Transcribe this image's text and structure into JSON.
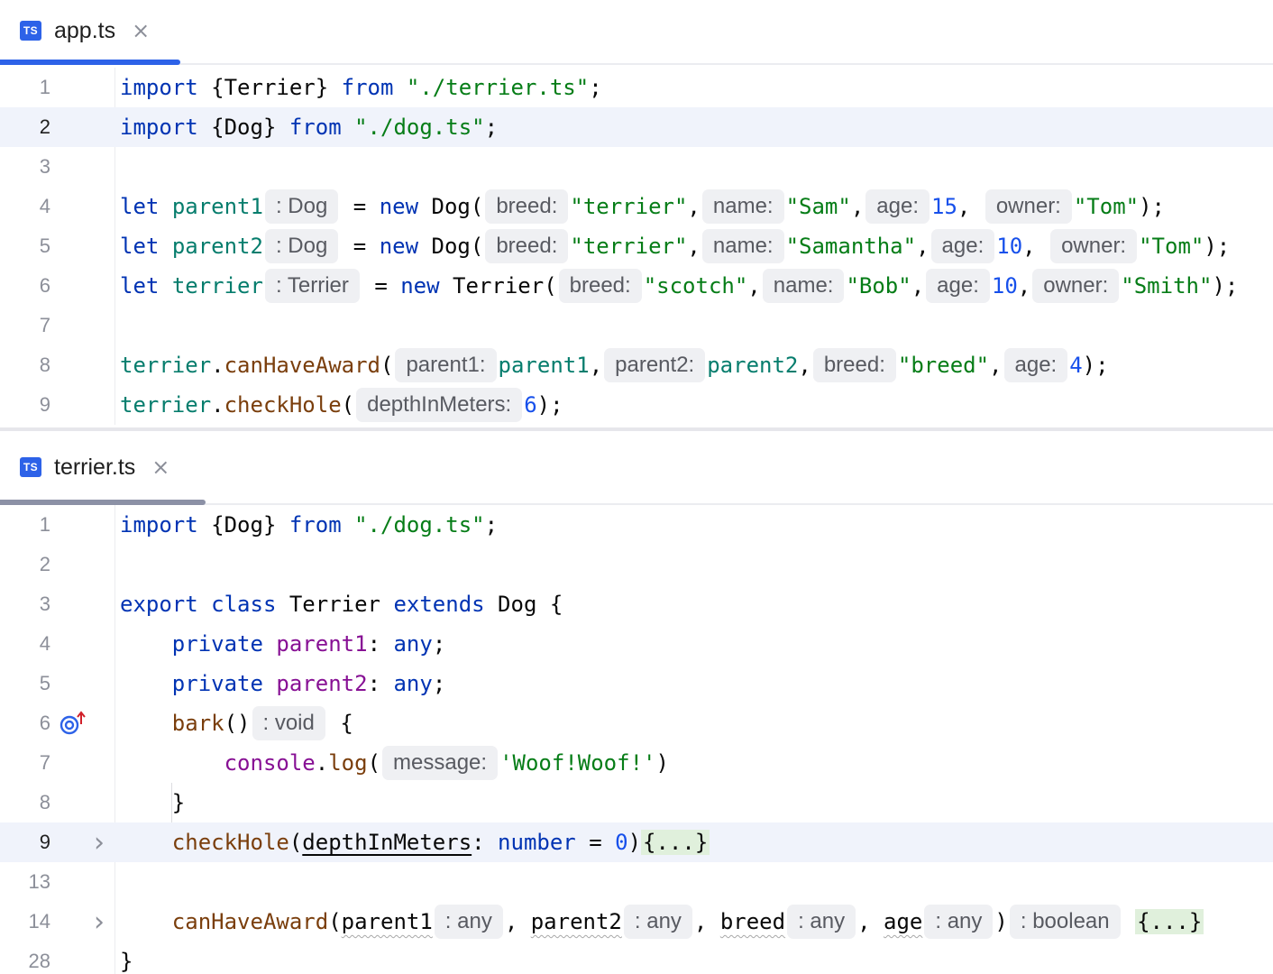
{
  "colors": {
    "accent_active_tab": "#2d62e8",
    "inactive_tab_underline": "#8c91a6",
    "keyword": "#0033b3",
    "variable": "#067d6d",
    "function": "#7a3e0c",
    "string": "#067d17",
    "number": "#1750eb",
    "field": "#871094",
    "current_line": "#f0f3fb",
    "inlay_hint_bg": "#eff0f3",
    "folded_bg": "#e0f0dc"
  },
  "top_pane": {
    "tab": {
      "icon": "TS",
      "label": "app.ts",
      "close": "×",
      "active": true
    },
    "lines": [
      {
        "n": "1",
        "tokens": [
          [
            "kw",
            "import"
          ],
          [
            "",
            " {Terrier} "
          ],
          [
            "kw",
            "from"
          ],
          [
            "",
            " "
          ],
          [
            "str",
            "\"./terrier.ts\""
          ],
          [
            "",
            ";"
          ]
        ]
      },
      {
        "n": "2",
        "current": true,
        "tokens": [
          [
            "kw",
            "import"
          ],
          [
            "",
            " {Dog} "
          ],
          [
            "kw",
            "from"
          ],
          [
            "",
            " "
          ],
          [
            "str",
            "\"./dog.ts\""
          ],
          [
            "",
            ";"
          ]
        ]
      },
      {
        "n": "3",
        "tokens": []
      },
      {
        "n": "4",
        "tokens": [
          [
            "kw",
            "let"
          ],
          [
            "",
            " "
          ],
          [
            "var",
            "parent1"
          ],
          [
            "hint",
            ": Dog"
          ],
          [
            "",
            " = "
          ],
          [
            "kw",
            "new"
          ],
          [
            "",
            " Dog("
          ],
          [
            "hint",
            "breed:"
          ],
          [
            "str",
            "\"terrier\""
          ],
          [
            "",
            ","
          ],
          [
            "hint",
            "name:"
          ],
          [
            "str",
            "\"Sam\""
          ],
          [
            "",
            ","
          ],
          [
            "hint",
            "age:"
          ],
          [
            "num",
            "15"
          ],
          [
            "",
            ", "
          ],
          [
            "hint",
            "owner:"
          ],
          [
            "str",
            "\"Tom\""
          ],
          [
            "",
            ");"
          ]
        ]
      },
      {
        "n": "5",
        "tokens": [
          [
            "kw",
            "let"
          ],
          [
            "",
            " "
          ],
          [
            "var",
            "parent2"
          ],
          [
            "hint",
            ": Dog"
          ],
          [
            "",
            " = "
          ],
          [
            "kw",
            "new"
          ],
          [
            "",
            " Dog("
          ],
          [
            "hint",
            "breed:"
          ],
          [
            "str",
            "\"terrier\""
          ],
          [
            "",
            ","
          ],
          [
            "hint",
            "name:"
          ],
          [
            "str",
            "\"Samantha\""
          ],
          [
            "",
            ","
          ],
          [
            "hint",
            "age:"
          ],
          [
            "num",
            "10"
          ],
          [
            "",
            ", "
          ],
          [
            "hint",
            "owner:"
          ],
          [
            "str",
            "\"Tom\""
          ],
          [
            "",
            ");"
          ]
        ]
      },
      {
        "n": "6",
        "tokens": [
          [
            "kw",
            "let"
          ],
          [
            "",
            " "
          ],
          [
            "var",
            "terrier"
          ],
          [
            "hint",
            ": Terrier"
          ],
          [
            "",
            " = "
          ],
          [
            "kw",
            "new"
          ],
          [
            "",
            " Terrier("
          ],
          [
            "hint",
            "breed:"
          ],
          [
            "str",
            "\"scotch\""
          ],
          [
            "",
            ","
          ],
          [
            "hint",
            "name:"
          ],
          [
            "str",
            "\"Bob\""
          ],
          [
            "",
            ","
          ],
          [
            "hint",
            "age:"
          ],
          [
            "num",
            "10"
          ],
          [
            "",
            ","
          ],
          [
            "hint",
            "owner:"
          ],
          [
            "str",
            "\"Smith\""
          ],
          [
            "",
            ");"
          ]
        ]
      },
      {
        "n": "7",
        "tokens": []
      },
      {
        "n": "8",
        "tokens": [
          [
            "var",
            "terrier"
          ],
          [
            "",
            "."
          ],
          [
            "fn",
            "canHaveAward"
          ],
          [
            "",
            "("
          ],
          [
            "hint",
            "parent1:"
          ],
          [
            "var",
            "parent1"
          ],
          [
            "",
            ","
          ],
          [
            "hint",
            "parent2:"
          ],
          [
            "var",
            "parent2"
          ],
          [
            "",
            ","
          ],
          [
            "hint",
            "breed:"
          ],
          [
            "str",
            "\"breed\""
          ],
          [
            "",
            ","
          ],
          [
            "hint",
            "age:"
          ],
          [
            "num",
            "4"
          ],
          [
            "",
            ");"
          ]
        ]
      },
      {
        "n": "9",
        "tokens": [
          [
            "var",
            "terrier"
          ],
          [
            "",
            "."
          ],
          [
            "fn",
            "checkHole"
          ],
          [
            "",
            "("
          ],
          [
            "hint",
            "depthInMeters:"
          ],
          [
            "num",
            "6"
          ],
          [
            "",
            ");"
          ]
        ]
      }
    ]
  },
  "bottom_pane": {
    "tab": {
      "icon": "TS",
      "label": "terrier.ts",
      "close": "×",
      "active": false
    },
    "lines": [
      {
        "n": "1",
        "tokens": [
          [
            "kw",
            "import"
          ],
          [
            "",
            " {Dog} "
          ],
          [
            "kw",
            "from"
          ],
          [
            "",
            " "
          ],
          [
            "str",
            "\"./dog.ts\""
          ],
          [
            "",
            ";"
          ]
        ]
      },
      {
        "n": "2",
        "tokens": []
      },
      {
        "n": "3",
        "tokens": [
          [
            "kw",
            "export"
          ],
          [
            "",
            " "
          ],
          [
            "kw",
            "class"
          ],
          [
            "",
            " Terrier "
          ],
          [
            "kw",
            "extends"
          ],
          [
            "",
            " Dog {"
          ]
        ]
      },
      {
        "n": "4",
        "tokens": [
          [
            "",
            "    "
          ],
          [
            "kw",
            "private"
          ],
          [
            "",
            " "
          ],
          [
            "field",
            "parent1"
          ],
          [
            "",
            ": "
          ],
          [
            "kw",
            "any"
          ],
          [
            "",
            ";"
          ]
        ]
      },
      {
        "n": "5",
        "tokens": [
          [
            "",
            "    "
          ],
          [
            "kw",
            "private"
          ],
          [
            "",
            " "
          ],
          [
            "field",
            "parent2"
          ],
          [
            "",
            ": "
          ],
          [
            "kw",
            "any"
          ],
          [
            "",
            ";"
          ]
        ]
      },
      {
        "n": "6",
        "gutter_icon": "overrides-method-icon",
        "tokens": [
          [
            "",
            "    "
          ],
          [
            "fn",
            "bark"
          ],
          [
            "",
            "()"
          ],
          [
            "hint",
            ": void"
          ],
          [
            "",
            " {"
          ]
        ]
      },
      {
        "n": "7",
        "tokens": [
          [
            "",
            "        "
          ],
          [
            "field",
            "console"
          ],
          [
            "",
            "."
          ],
          [
            "fn",
            "log"
          ],
          [
            "",
            "("
          ],
          [
            "hint",
            "message:"
          ],
          [
            "str",
            "'Woof!Woof!'"
          ],
          [
            "",
            ")"
          ]
        ]
      },
      {
        "n": "8",
        "tokens": [
          [
            "",
            "    }"
          ]
        ]
      },
      {
        "n": "9",
        "current": true,
        "fold": true,
        "tokens": [
          [
            "",
            "    "
          ],
          [
            "fn",
            "checkHole"
          ],
          [
            "",
            "("
          ],
          [
            "uline",
            "depthInMeters"
          ],
          [
            "",
            ": "
          ],
          [
            "kw",
            "number"
          ],
          [
            "",
            " = "
          ],
          [
            "num",
            "0"
          ],
          [
            "",
            ")"
          ],
          [
            "fold",
            "{...}"
          ]
        ]
      },
      {
        "n": "13",
        "tokens": []
      },
      {
        "n": "14",
        "fold": true,
        "tokens": [
          [
            "",
            "    "
          ],
          [
            "fn",
            "canHaveAward"
          ],
          [
            "",
            "("
          ],
          [
            "squig",
            "parent1"
          ],
          [
            "hint",
            ": any"
          ],
          [
            "",
            ", "
          ],
          [
            "squig",
            "parent2"
          ],
          [
            "hint",
            ": any"
          ],
          [
            "",
            ", "
          ],
          [
            "squig",
            "breed"
          ],
          [
            "hint",
            ": any"
          ],
          [
            "",
            ", "
          ],
          [
            "squig",
            "age"
          ],
          [
            "hint",
            ": any"
          ],
          [
            "",
            ")"
          ],
          [
            "hint",
            ": boolean"
          ],
          [
            "",
            " "
          ],
          [
            "fold",
            "{...}"
          ]
        ]
      },
      {
        "n": "28",
        "tokens": [
          [
            "",
            "}"
          ]
        ]
      }
    ]
  }
}
